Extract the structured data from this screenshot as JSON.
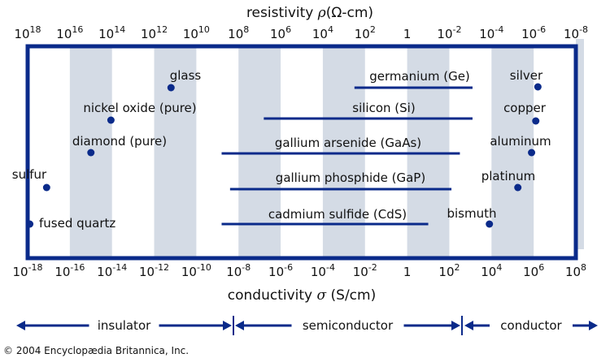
{
  "chart_data": {
    "type": "scatter",
    "title": "",
    "top_axis": {
      "label_prefix": "resistivity ",
      "symbol": "ρ",
      "label_suffix": "(Ω-cm)",
      "ticks": [
        {
          "base": "10",
          "exp": "18"
        },
        {
          "base": "10",
          "exp": "16"
        },
        {
          "base": "10",
          "exp": "14"
        },
        {
          "base": "10",
          "exp": "12"
        },
        {
          "base": "10",
          "exp": "10"
        },
        {
          "base": "10",
          "exp": "8"
        },
        {
          "base": "10",
          "exp": "6"
        },
        {
          "base": "10",
          "exp": "4"
        },
        {
          "base": "10",
          "exp": "2"
        },
        {
          "base": "1",
          "exp": ""
        },
        {
          "base": "10",
          "exp": "-2"
        },
        {
          "base": "10",
          "exp": "-4"
        },
        {
          "base": "10",
          "exp": "-6"
        },
        {
          "base": "10",
          "exp": "-8"
        }
      ]
    },
    "bottom_axis": {
      "label_prefix": "conductivity ",
      "symbol": "σ",
      "label_suffix": " (S/cm)",
      "scale": "log10",
      "xlim": [
        -18,
        8
      ],
      "ticks": [
        {
          "base": "10",
          "exp": "-18"
        },
        {
          "base": "10",
          "exp": "-16"
        },
        {
          "base": "10",
          "exp": "-14"
        },
        {
          "base": "10",
          "exp": "-12"
        },
        {
          "base": "10",
          "exp": "-10"
        },
        {
          "base": "10",
          "exp": "-8"
        },
        {
          "base": "10",
          "exp": "-6"
        },
        {
          "base": "10",
          "exp": "-4"
        },
        {
          "base": "10",
          "exp": "-2"
        },
        {
          "base": "1",
          "exp": ""
        },
        {
          "base": "10",
          "exp": "2"
        },
        {
          "base": "10",
          "exp": "4"
        },
        {
          "base": "10",
          "exp": "6"
        },
        {
          "base": "10",
          "exp": "8"
        }
      ]
    },
    "shaded_decades": [
      [
        -16,
        -14
      ],
      [
        -12,
        -10
      ],
      [
        -8,
        -6
      ],
      [
        -4,
        -2
      ],
      [
        0,
        2
      ],
      [
        4,
        6
      ]
    ],
    "points": [
      {
        "name": "glass",
        "x": -11.2,
        "label_side": "above"
      },
      {
        "name": "nickel oxide (pure)",
        "x": -14.05,
        "label_side": "above"
      },
      {
        "name": "diamond (pure)",
        "x": -15.0,
        "label_side": "above"
      },
      {
        "name": "sulfur",
        "x": -17.1,
        "label_side": "above"
      },
      {
        "name": "fused quartz",
        "x": -17.9,
        "label_side": "right"
      },
      {
        "name": "silver",
        "x": 6.2,
        "label_side": "above"
      },
      {
        "name": "copper",
        "x": 6.1,
        "label_side": "above"
      },
      {
        "name": "aluminum",
        "x": 5.9,
        "label_side": "above"
      },
      {
        "name": "platinum",
        "x": 5.25,
        "label_side": "above"
      },
      {
        "name": "bismuth",
        "x": 3.9,
        "label_side": "above"
      }
    ],
    "ranges": [
      {
        "name": "germanium (Ge)",
        "x_start": -2.5,
        "x_end": 3.1
      },
      {
        "name": "silicon (Si)",
        "x_start": -6.8,
        "x_end": 3.1
      },
      {
        "name": "gallium arsenide (GaAs)",
        "x_start": -8.8,
        "x_end": 2.5
      },
      {
        "name": "gallium phosphide (GaP)",
        "x_start": -8.4,
        "x_end": 2.1
      },
      {
        "name": "cadmium sulfide (CdS)",
        "x_start": -8.8,
        "x_end": 1.0
      }
    ],
    "classes": [
      {
        "name": "insulator",
        "x_start": -18,
        "x_end": -8
      },
      {
        "name": "semiconductor",
        "x_start": -8,
        "x_end": 3
      },
      {
        "name": "conductor",
        "x_start": 3,
        "x_end": 8
      }
    ],
    "copyright": "© 2004 Encyclopædia Britannica, Inc.",
    "colors": {
      "frame": "#0a2a8a",
      "band": "#d4dbe5",
      "point": "#0a2a8a",
      "range": "#0a2a8a",
      "text": "#111111"
    }
  }
}
